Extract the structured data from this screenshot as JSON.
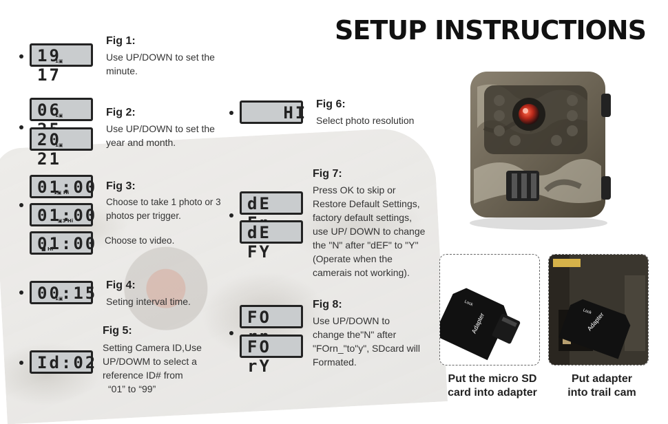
{
  "title": "SETUP INSTRUCTIONS",
  "figs": [
    {
      "title": "Fig 1:",
      "lines": [
        "Use UP/DOWN to set the",
        "minute."
      ]
    },
    {
      "title": "Fig 2:",
      "lines": [
        "Use UP/DOWN to set the",
        "year and month."
      ]
    },
    {
      "title": "Fig 3:",
      "lines": [
        "Choose to take 1 photo or 3",
        "photos per trigger."
      ],
      "extra": "Choose to video."
    },
    {
      "title": "Fig 4:",
      "lines": [
        "Seting interval time."
      ]
    },
    {
      "title": "Fig 5:",
      "lines": [
        "Setting Camera ID,Use",
        "UP/DOWM to select a",
        "reference ID# from",
        "“01”   to   “99”"
      ]
    },
    {
      "title": "Fig 6:",
      "lines": [
        "Select photo resolution"
      ]
    },
    {
      "title": "Fig 7:",
      "lines": [
        "Press OK to skip or",
        "Restore Default Settings,",
        "factory default settings,",
        "use UP/ DOWN to change",
        "the \"N\" after \"dEF\" to \"Y\"",
        "(Operate when the",
        "camerais not working)."
      ]
    },
    {
      "title": "Fig 8:",
      "lines": [
        "Use UP/DOWN to",
        "change the\"N\" after",
        "\"FOrn_\"to\"y\", SDcard will",
        "Formated."
      ]
    }
  ],
  "lcd": {
    "fig1": {
      "digits": "19 17",
      "sub": "1▣"
    },
    "fig2a": {
      "digits": "06 25",
      "sub": "1▣"
    },
    "fig2b": {
      "digits": "20 21",
      "sub": "1▣"
    },
    "fig3a": {
      "digits": "01:00",
      "sub": "1▣    Hi"
    },
    "fig3b": {
      "digits": "01:00",
      "sub": "▣3   Hi"
    },
    "fig3c": {
      "digits": "01:00",
      "sub": "■          Hi"
    },
    "fig4": {
      "digits": "00:15",
      "sub": "1▣"
    },
    "fig5": {
      "digits": "Id:02",
      "sub": ""
    },
    "fig6": {
      "digits": "   HI",
      "sub": ""
    },
    "fig7a": {
      "digits": "dE Fn",
      "sub": ""
    },
    "fig7b": {
      "digits": "dE FY",
      "sub": ""
    },
    "fig8a": {
      "digits": "FO rn",
      "sub": ""
    },
    "fig8b": {
      "digits": "FO rY",
      "sub": ""
    }
  },
  "sd": {
    "card_label": "Adapter",
    "captions": [
      [
        "Put the micro  SD",
        "card into adapter"
      ],
      [
        "Put adapter",
        "into trail cam"
      ]
    ]
  }
}
